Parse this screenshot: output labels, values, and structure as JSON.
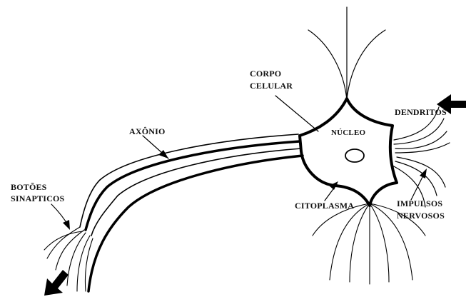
{
  "diagram": {
    "colors": {
      "ink": "#000000",
      "background": "#ffffff"
    },
    "labels": {
      "corpo_celular": [
        "CORPO",
        "CELULAR"
      ],
      "dendritos": "DENDRITOS",
      "nucleo": "NÚCLEO",
      "axonio": "AXÔNIO",
      "botoes_sinapticos": [
        "BOTÕES",
        "SINAPTICOS"
      ],
      "citoplasma": "CITOPLASMA",
      "impulsos_nervosos": [
        "IMPULSOS",
        "NERVOSOS"
      ]
    }
  }
}
